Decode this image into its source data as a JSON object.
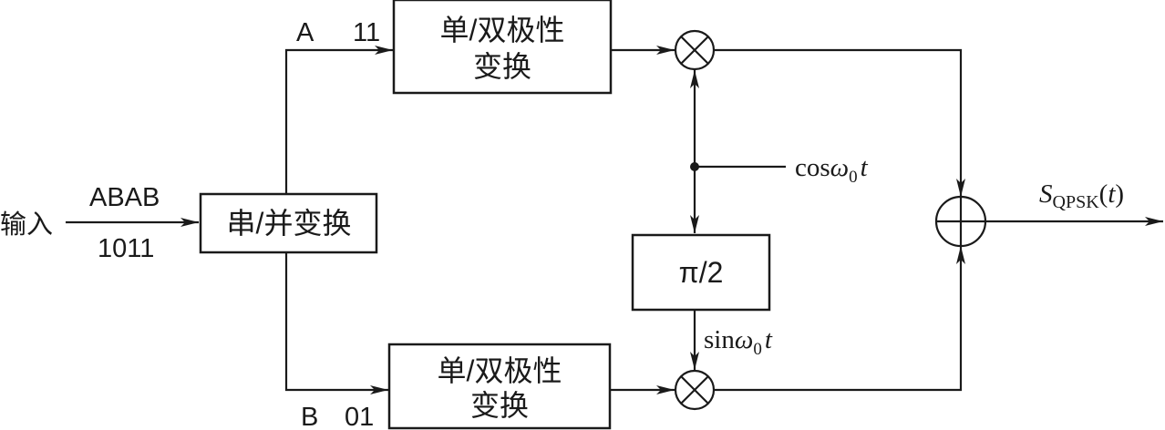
{
  "input": {
    "label": "输入",
    "sequence": "ABAB",
    "bits": "1011"
  },
  "converter": {
    "label": "串/并变换"
  },
  "branch_a": {
    "name": "A",
    "bits": "11"
  },
  "branch_b": {
    "name": "B",
    "bits": "01"
  },
  "level_converter_top": {
    "line1": "单/双极性",
    "line2": "变换"
  },
  "level_converter_bottom": {
    "line1": "单/双极性",
    "line2": "变换"
  },
  "phase_shifter": {
    "label": "π/2"
  },
  "carrier_cos": {
    "func": "cos",
    "omega": "ω",
    "sub": "0",
    "t": "t"
  },
  "carrier_sin": {
    "func": "sin",
    "omega": "ω",
    "sub": "0",
    "t": "t"
  },
  "output": {
    "symbol": "S",
    "subscript": "QPSK",
    "open": "(",
    "t": "t",
    "close": ")"
  }
}
